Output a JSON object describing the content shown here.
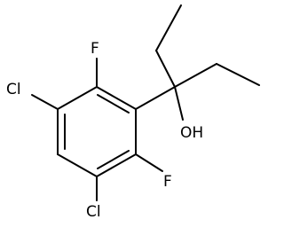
{
  "molecule": {
    "atom_labels": {
      "f_top": "F",
      "f_bottom": "F",
      "cl_left": "Cl",
      "cl_bottom": "Cl",
      "hydroxyl": "OH"
    }
  },
  "colors": {
    "bond": "#000000",
    "label": "#000000",
    "background": "#ffffff"
  }
}
